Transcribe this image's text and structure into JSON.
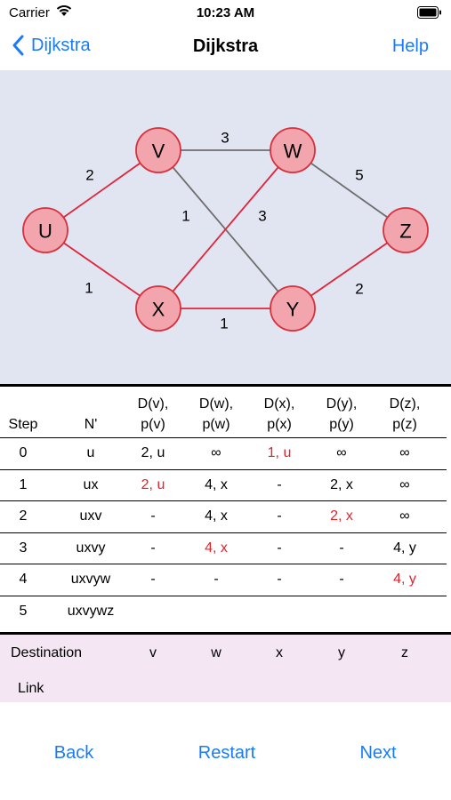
{
  "status": {
    "carrier": "Carrier",
    "time": "10:23 AM"
  },
  "nav": {
    "back_label": "Dijkstra",
    "title": "Dijkstra",
    "help_label": "Help"
  },
  "graph": {
    "nodes": [
      {
        "id": "U",
        "label": "U"
      },
      {
        "id": "V",
        "label": "V"
      },
      {
        "id": "W",
        "label": "W"
      },
      {
        "id": "X",
        "label": "X"
      },
      {
        "id": "Y",
        "label": "Y"
      },
      {
        "id": "Z",
        "label": "Z"
      }
    ],
    "edges": [
      {
        "from": "U",
        "to": "V",
        "weight": "2",
        "highlighted": true
      },
      {
        "from": "U",
        "to": "X",
        "weight": "1",
        "highlighted": true
      },
      {
        "from": "V",
        "to": "W",
        "weight": "3",
        "highlighted": false
      },
      {
        "from": "V",
        "to": "Y",
        "weight": "1",
        "highlighted": false
      },
      {
        "from": "X",
        "to": "W",
        "weight": "3",
        "highlighted": true
      },
      {
        "from": "X",
        "to": "Y",
        "weight": "1",
        "highlighted": true
      },
      {
        "from": "W",
        "to": "Z",
        "weight": "5",
        "highlighted": false
      },
      {
        "from": "Y",
        "to": "Z",
        "weight": "2",
        "highlighted": true
      }
    ],
    "colors": {
      "node_fill": "#f2a5ad",
      "node_stroke": "#d8303c",
      "edge_highlight": "#e0243a",
      "edge_normal": "#6e6e6e",
      "background": "#e1e4f1"
    }
  },
  "table": {
    "headers": {
      "step": "Step",
      "nprime": "N'",
      "dv": [
        "D(v),",
        "p(v)"
      ],
      "dw": [
        "D(w),",
        "p(w)"
      ],
      "dx": [
        "D(x),",
        "p(x)"
      ],
      "dy": [
        "D(y),",
        "p(y)"
      ],
      "dz": [
        "D(z),",
        "p(z)"
      ]
    },
    "rows": [
      {
        "step": "0",
        "nprime": "u",
        "dv": "2, u",
        "dw": "∞",
        "dx": "1, u",
        "dy": "∞",
        "dz": "∞",
        "red": [
          "dx"
        ]
      },
      {
        "step": "1",
        "nprime": "ux",
        "dv": "2, u",
        "dw": "4, x",
        "dx": "-",
        "dy": "2, x",
        "dz": "∞",
        "red": [
          "dv"
        ]
      },
      {
        "step": "2",
        "nprime": "uxv",
        "dv": "-",
        "dw": "4, x",
        "dx": "-",
        "dy": "2, x",
        "dz": "∞",
        "red": [
          "dy"
        ]
      },
      {
        "step": "3",
        "nprime": "uxvy",
        "dv": "-",
        "dw": "4, x",
        "dx": "-",
        "dy": "-",
        "dz": "4, y",
        "red": [
          "dw"
        ]
      },
      {
        "step": "4",
        "nprime": "uxvyw",
        "dv": "-",
        "dw": "-",
        "dx": "-",
        "dy": "-",
        "dz": "4, y",
        "red": [
          "dz"
        ]
      },
      {
        "step": "5",
        "nprime": "uxvywz",
        "dv": "",
        "dw": "",
        "dx": "",
        "dy": "",
        "dz": "",
        "red": []
      }
    ]
  },
  "destination": {
    "label": "Destination",
    "values": [
      "v",
      "w",
      "x",
      "y",
      "z"
    ],
    "link_label": "Link"
  },
  "buttons": {
    "back": "Back",
    "restart": "Restart",
    "next": "Next"
  },
  "accent_color": "#1a7cf5",
  "highlight_text_color": "#e0242d"
}
